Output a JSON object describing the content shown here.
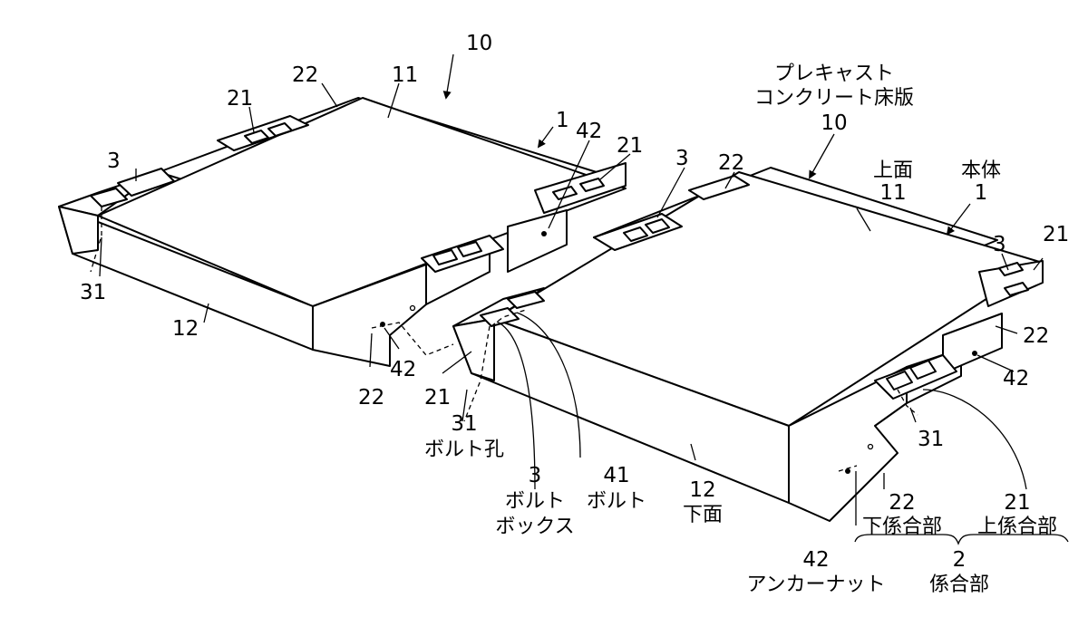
{
  "labels": {
    "l_10a": "10",
    "l_22a": "22",
    "l_11a": "11",
    "l_21a": "21",
    "l_1a": "1",
    "l_3a": "3",
    "l_42a": "42",
    "l_21b": "21",
    "l_31a": "31",
    "l_12a": "12",
    "l_22b": "22",
    "l_42b": "42",
    "l_21c": "21",
    "l_precast1": "プレキャスト",
    "l_precast2": "コンクリート床版",
    "l_10b": "10",
    "l_3b": "3",
    "l_22c": "22",
    "l_jomen": "上面",
    "l_11b": "11",
    "l_hontai": "本体",
    "l_1b": "1",
    "l_3c": "3",
    "l_21d": "21",
    "l_22d": "22",
    "l_42c": "42",
    "l_31b": "31",
    "l_31c": "31",
    "l_boltana": "ボルト孔",
    "l_3d": "3",
    "l_bolt1": "ボルト",
    "l_box": "ボックス",
    "l_41": "41",
    "l_bolt2": "ボルト",
    "l_12b": "12",
    "l_kamen": "下面",
    "l_22e": "22",
    "l_kakeigo": "下係合部",
    "l_21e": "21",
    "l_jokeigo": "上係合部",
    "l_2": "2",
    "l_keigo": "係合部",
    "l_42d": "42",
    "l_anchor": "アンカーナット"
  }
}
